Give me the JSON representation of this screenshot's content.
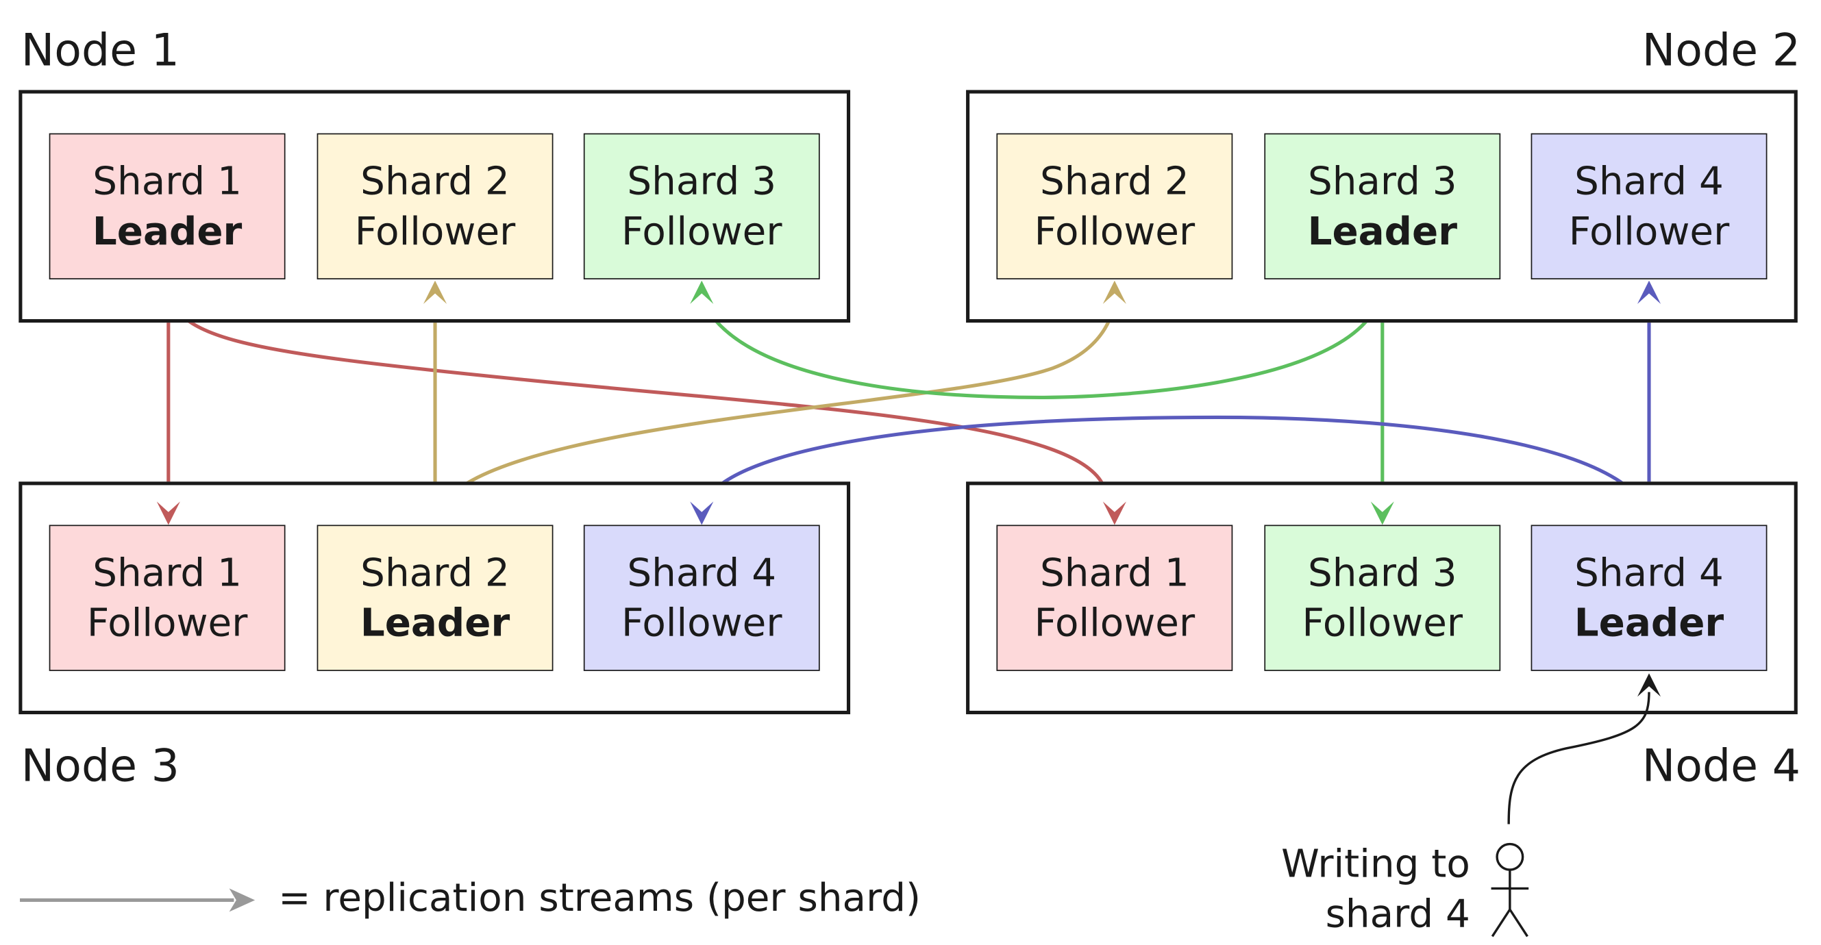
{
  "colors": {
    "red": "#c05a5a",
    "red_fill": "#fdd9da",
    "yellow": "#c2aa65",
    "yellow_fill": "#fff5d8",
    "green": "#5cbf5e",
    "green_fill": "#d9fbd9",
    "blue": "#5a5bbd",
    "blue_fill": "#d9dafb",
    "legend_gray": "#999999",
    "ink": "#1a1a1a"
  },
  "nodes": [
    {
      "label": "Node 1",
      "shards": [
        {
          "name": "Shard 1",
          "role": "Leader",
          "color": "red"
        },
        {
          "name": "Shard 2",
          "role": "Follower",
          "color": "yellow"
        },
        {
          "name": "Shard 3",
          "role": "Follower",
          "color": "green"
        }
      ]
    },
    {
      "label": "Node 2",
      "shards": [
        {
          "name": "Shard 2",
          "role": "Follower",
          "color": "yellow"
        },
        {
          "name": "Shard 3",
          "role": "Leader",
          "color": "green"
        },
        {
          "name": "Shard 4",
          "role": "Follower",
          "color": "blue"
        }
      ]
    },
    {
      "label": "Node 3",
      "shards": [
        {
          "name": "Shard 1",
          "role": "Follower",
          "color": "red"
        },
        {
          "name": "Shard 2",
          "role": "Leader",
          "color": "yellow"
        },
        {
          "name": "Shard 4",
          "role": "Follower",
          "color": "blue"
        }
      ]
    },
    {
      "label": "Node 4",
      "shards": [
        {
          "name": "Shard 1",
          "role": "Follower",
          "color": "red"
        },
        {
          "name": "Shard 3",
          "role": "Follower",
          "color": "green"
        },
        {
          "name": "Shard 4",
          "role": "Leader",
          "color": "blue"
        }
      ]
    }
  ],
  "writer": {
    "line1": "Writing to",
    "line2": "shard 4",
    "icon": "person-icon"
  },
  "legend": {
    "text": "= replication streams (per shard)"
  }
}
